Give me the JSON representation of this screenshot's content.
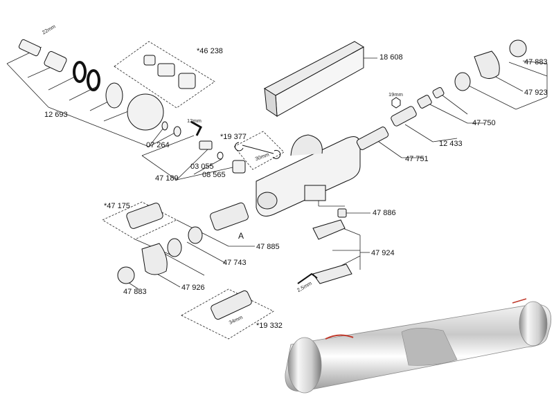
{
  "diagram": {
    "part_labels": {
      "p12693": "12 693",
      "p46238": "*46 238",
      "p07264": "07 264",
      "p19377": "*19 377",
      "p03055": "03 055",
      "p47189": "47 189",
      "p08565": "08 565",
      "p18608": "18 608",
      "p47883_top": "47 883",
      "p47923": "47 923",
      "p47750": "47 750",
      "p12433": "12 433",
      "p47751": "47 751",
      "p47175": "*47 175",
      "p47886": "47 886",
      "p47885": "47 885",
      "p47743": "47 743",
      "p47924": "47 924",
      "p47883_bot": "47 883",
      "p47926": "47 926",
      "p19332": "*19 332"
    },
    "dimension_labels": {
      "d22mm": "22mm",
      "d12mm": "12mm",
      "d30mm": "30mm",
      "d19mm": "19mm",
      "d2_5mm": "2,5mm",
      "d34mm": "34mm"
    },
    "marker": "A"
  }
}
